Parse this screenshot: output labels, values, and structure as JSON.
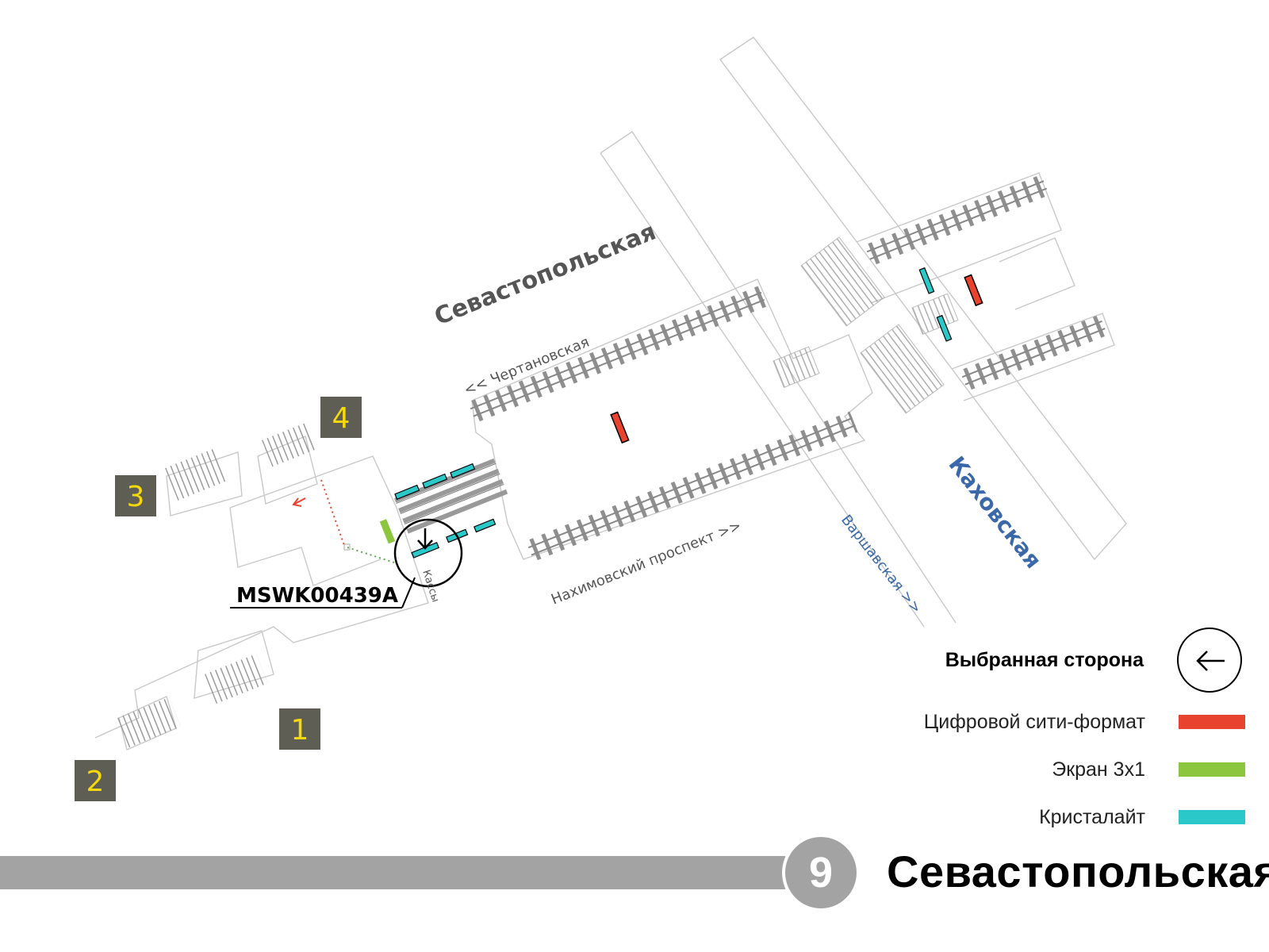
{
  "map": {
    "station_label": "Севастопольская",
    "transfer_label": "Каховская",
    "direction_chertanovskaya": "<< Чертановская",
    "direction_nakhimovsky": "Нахимовский проспект >>",
    "direction_varshavskaya": "Варшавская >>",
    "kassy_label": "Кассы",
    "ad_id": "MSWK00439A",
    "exits": [
      "1",
      "2",
      "3",
      "4"
    ]
  },
  "legend": {
    "selected_side": "Выбранная сторона",
    "items": [
      {
        "label": "Цифровой сити-формат",
        "color": "#e8432e"
      },
      {
        "label": "Экран 3х1",
        "color": "#8cc63f"
      },
      {
        "label": "Кристалайт",
        "color": "#2ac8c8"
      }
    ]
  },
  "colors": {
    "line_grey": "#a3a3a3",
    "exit_box": "#5e5e55",
    "exit_text": "#f5d90a",
    "kakhovskaya_blue": "#3a68a8"
  },
  "footer": {
    "line_number": "9",
    "station_name": "Севастопольская"
  }
}
